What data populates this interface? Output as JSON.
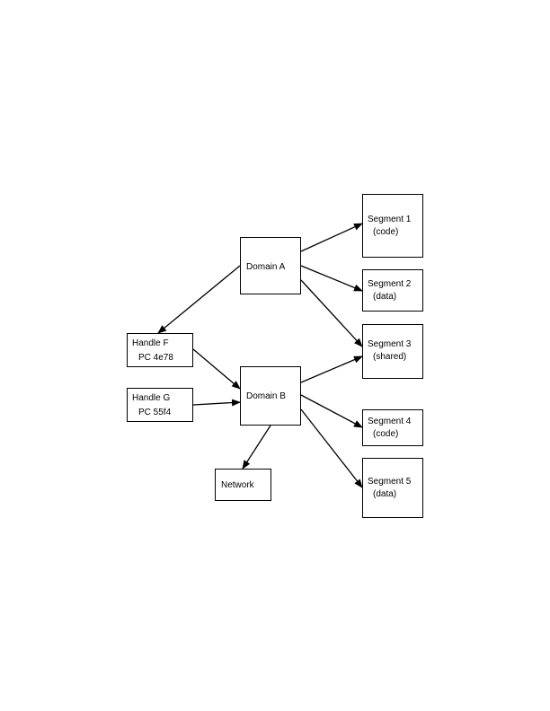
{
  "nodes": {
    "domain_a": {
      "line1": "Domain A"
    },
    "domain_b": {
      "line1": "Domain B"
    },
    "handle_f": {
      "line1": "Handle F",
      "line2": "PC 4e78"
    },
    "handle_g": {
      "line1": "Handle G",
      "line2": "PC 55f4"
    },
    "network": {
      "line1": "Network"
    },
    "segment_1": {
      "line1": "Segment 1",
      "line2": "(code)"
    },
    "segment_2": {
      "line1": "Segment 2",
      "line2": "(data)"
    },
    "segment_3": {
      "line1": "Segment 3",
      "line2": "(shared)"
    },
    "segment_4": {
      "line1": "Segment 4",
      "line2": "(code)"
    },
    "segment_5": {
      "line1": "Segment 5",
      "line2": "(data)"
    }
  },
  "edges": [
    {
      "from": "domain_a",
      "to": "handle_f"
    },
    {
      "from": "domain_a",
      "to": "segment_1"
    },
    {
      "from": "domain_a",
      "to": "segment_2"
    },
    {
      "from": "domain_a",
      "to": "segment_3"
    },
    {
      "from": "handle_f",
      "to": "domain_b"
    },
    {
      "from": "handle_g",
      "to": "domain_b"
    },
    {
      "from": "domain_b",
      "to": "segment_3"
    },
    {
      "from": "domain_b",
      "to": "segment_4"
    },
    {
      "from": "domain_b",
      "to": "segment_5"
    },
    {
      "from": "domain_b",
      "to": "network"
    }
  ]
}
